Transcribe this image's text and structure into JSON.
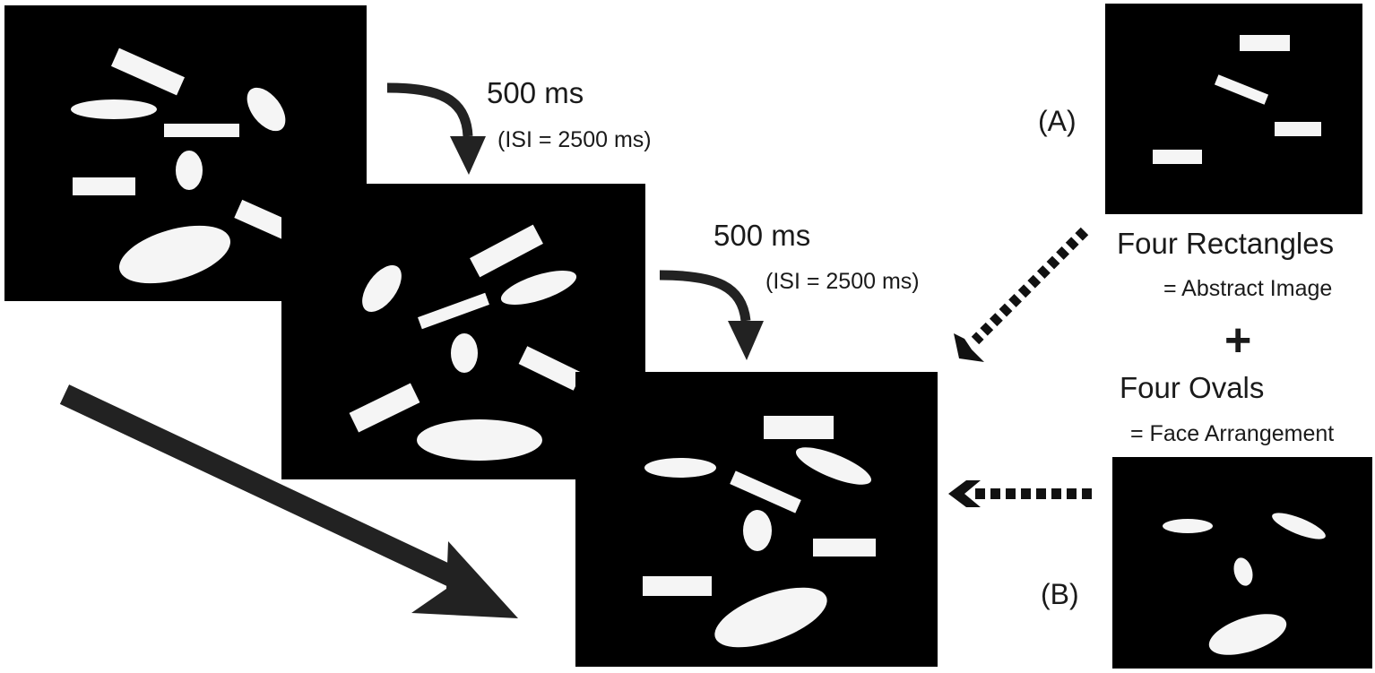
{
  "timing": [
    {
      "duration": "500 ms",
      "isi": "(ISI = 2500 ms)"
    },
    {
      "duration": "500 ms",
      "isi": "(ISI = 2500 ms)"
    }
  ],
  "conditions": {
    "a": {
      "label": "(A)",
      "title": "Four Rectangles",
      "description": "= Abstract Image"
    },
    "combiner": "+",
    "b": {
      "label": "(B)",
      "title": "Four Ovals",
      "description": "= Face Arrangement"
    }
  },
  "colors": {
    "stimulus_background": "#000000",
    "shape_fill": "#f5f5f5",
    "arrow": "#222222",
    "text": "#1a1a1a"
  }
}
